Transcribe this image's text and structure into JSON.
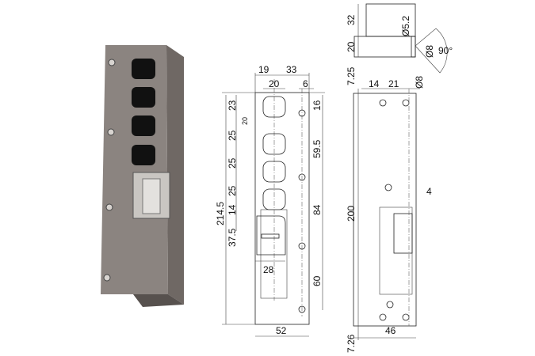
{
  "colors": {
    "metal_front": "#8b8480",
    "metal_side": "#6f6864",
    "slot": "#111111",
    "line": "#222222"
  },
  "dimensions_front": {
    "d19": "19",
    "d33": "33",
    "d20_top": "20",
    "d6": "6",
    "d23": "23",
    "d20_small": "20",
    "d16": "16",
    "d25_a": "25",
    "d25_b": "25",
    "d25_c": "25",
    "d14": "14",
    "d37_5": "37.5",
    "d214_5": "214.5",
    "d59_5": "59.5",
    "d84": "84",
    "d60": "60",
    "d28": "28",
    "d52": "52"
  },
  "dimensions_side": {
    "d32": "32",
    "d20": "20",
    "d5_2": "Ø5.2",
    "d8_top": "Ø8",
    "angle": "90°",
    "d7_25": "7.25",
    "d14": "14",
    "d21": "21",
    "d8": "Ø8",
    "d200": "200",
    "d4": "4",
    "d46": "46",
    "d7_26": "7.26"
  }
}
